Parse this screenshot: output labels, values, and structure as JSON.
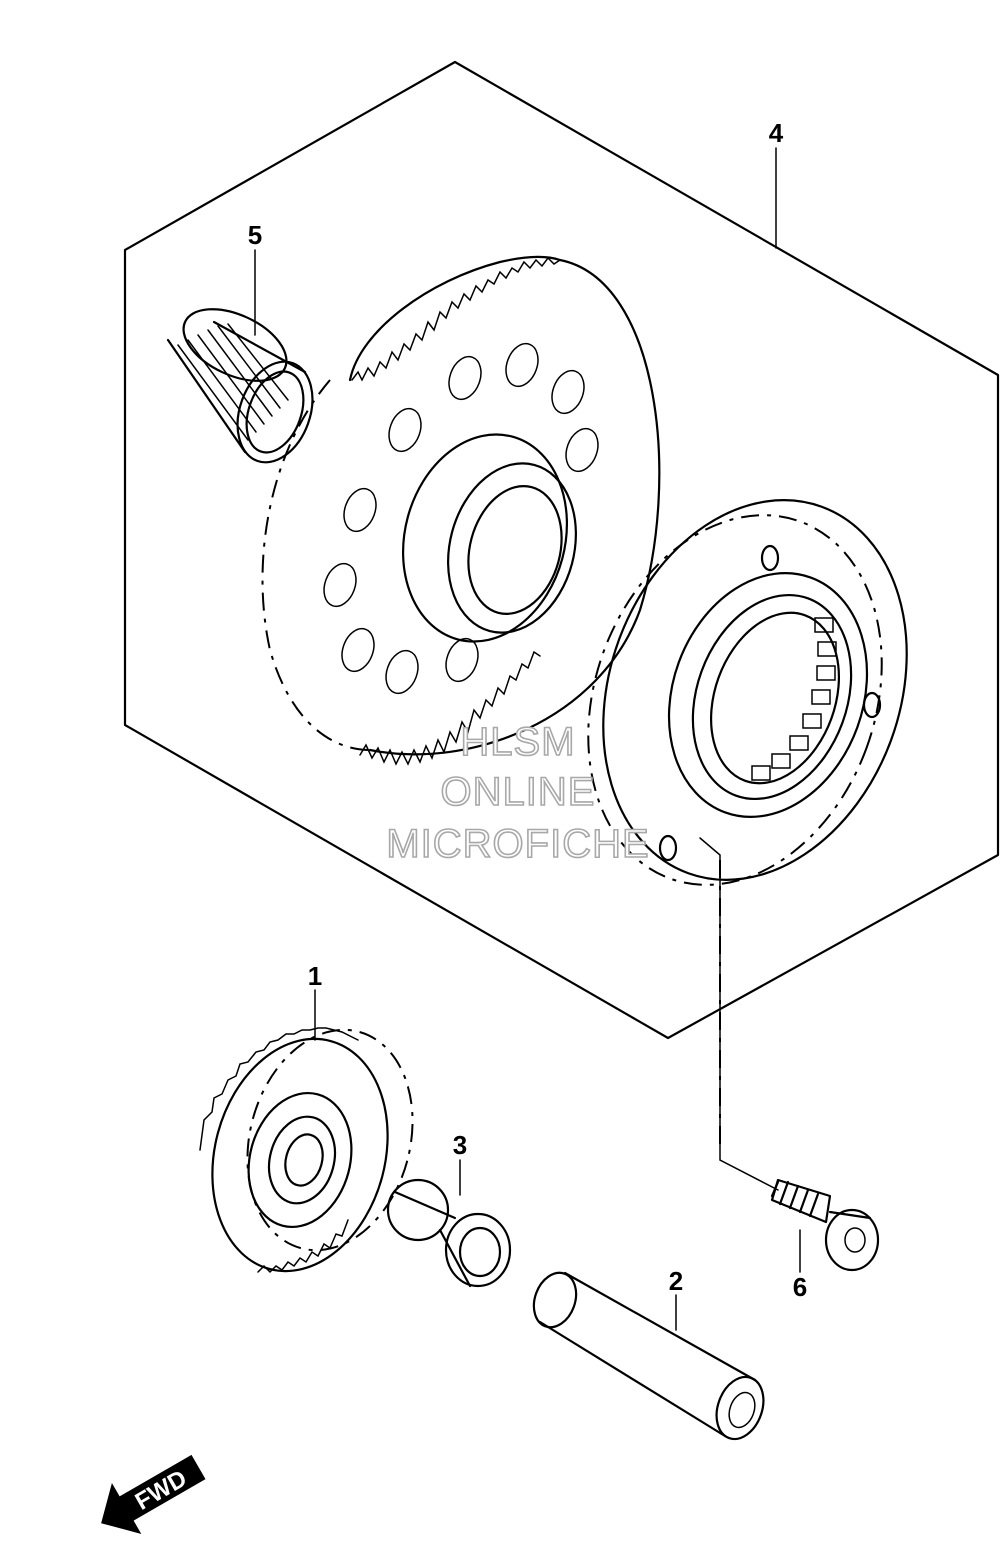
{
  "diagram": {
    "callouts": [
      {
        "id": "part-1",
        "label": "1"
      },
      {
        "id": "part-2",
        "label": "2"
      },
      {
        "id": "part-3",
        "label": "3"
      },
      {
        "id": "part-4",
        "label": "4"
      },
      {
        "id": "part-5",
        "label": "5"
      },
      {
        "id": "part-6",
        "label": "6"
      }
    ],
    "watermark": {
      "line1": "HLSM",
      "line2": "ONLINE",
      "line3": "MICROFICHE"
    },
    "direction_arrow": {
      "label": "FWD",
      "icon": "fwd-arrow-icon"
    }
  }
}
